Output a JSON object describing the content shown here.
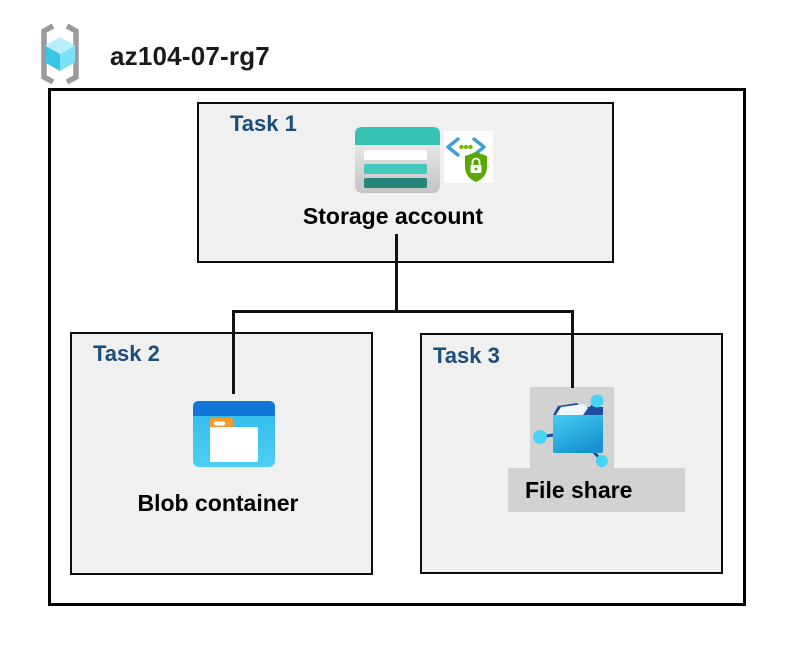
{
  "resource_group": {
    "name": "az104-07-rg7",
    "icon": "resource-group-icon"
  },
  "tasks": [
    {
      "label": "Task 1",
      "item": "Storage account",
      "icons": [
        "storage-account-icon",
        "secure-access-icon"
      ]
    },
    {
      "label": "Task 2",
      "item": "Blob container",
      "icons": [
        "blob-container-icon"
      ]
    },
    {
      "label": "Task 3",
      "item": "File share",
      "icons": [
        "file-share-icon"
      ],
      "highlighted": true
    }
  ],
  "colors": {
    "task_label": "#1b4e79",
    "box_background": "#f0f0f1",
    "border": "#000000",
    "selection_highlight": "#d2d2d2",
    "storage_teal": "#37c3b3",
    "storage_teal_dark": "#26857b",
    "blob_blue_bar": "#1076d8",
    "blob_blue_body": "#3cc6f0",
    "blob_folder_tab": "#f89a2a",
    "fileshare_node_cyan": "#45d3f8",
    "fileshare_navy": "#1d4f9e",
    "secure_bracket_blue": "#3b9fd8",
    "secure_shield_green": "#5aa802",
    "rg_cube_cyan": "#7ce0f6",
    "rg_bracket_gray": "#9b9b9b"
  }
}
